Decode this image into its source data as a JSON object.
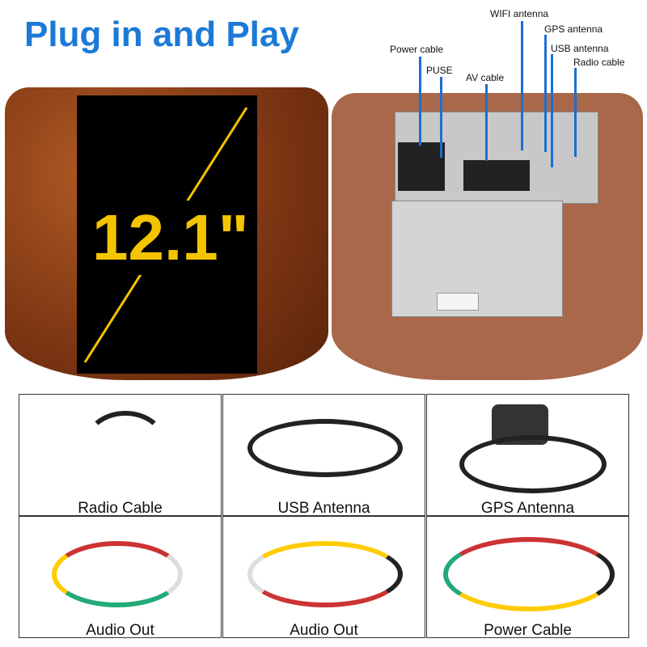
{
  "title": "Plug in and Play",
  "screen_size": "12.1\"",
  "callouts": [
    "Power cable",
    "PUSE",
    "AV cable",
    "WIFI antenna",
    "GPS antenna",
    "USB antenna",
    "Radio cable"
  ],
  "accessories": [
    "Radio Cable",
    "USB Antenna",
    "GPS Antenna",
    "Audio Out",
    "Audio Out",
    "Power Cable"
  ],
  "colors": {
    "title": "#1c7ad6",
    "size": "#f5c400",
    "callout_line": "#1c6fd0"
  }
}
